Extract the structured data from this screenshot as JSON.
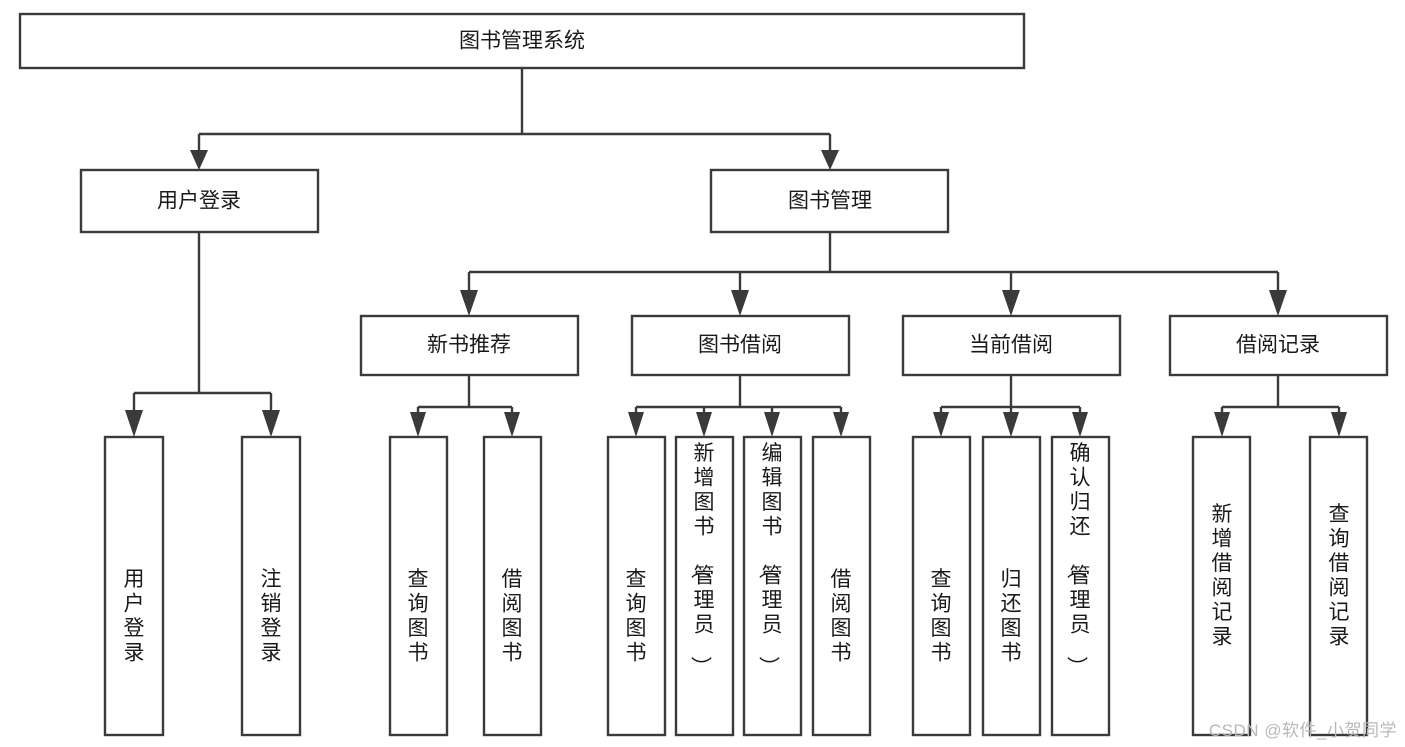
{
  "diagram": {
    "type": "tree-hierarchy",
    "title": "图书管理系统",
    "watermark": "CSDN @软件_小贺同学",
    "colors": {
      "stroke": "#3a3a3a",
      "fill": "#ffffff",
      "text": "#1a1a1a",
      "watermark": "#b8b8b8",
      "background": "#ffffff"
    },
    "levels": [
      {
        "level": 1,
        "nodes": [
          {
            "id": "root",
            "label": "图书管理系统",
            "orientation": "horizontal"
          }
        ]
      },
      {
        "level": 2,
        "nodes": [
          {
            "id": "login",
            "label": "用户登录",
            "orientation": "horizontal",
            "parent": "root"
          },
          {
            "id": "bookmgmt",
            "label": "图书管理",
            "orientation": "horizontal",
            "parent": "root"
          }
        ]
      },
      {
        "level": 3,
        "nodes": [
          {
            "id": "newbook",
            "label": "新书推荐",
            "orientation": "horizontal",
            "parent": "bookmgmt"
          },
          {
            "id": "borrow",
            "label": "图书借阅",
            "orientation": "horizontal",
            "parent": "bookmgmt"
          },
          {
            "id": "current",
            "label": "当前借阅",
            "orientation": "horizontal",
            "parent": "bookmgmt"
          },
          {
            "id": "records",
            "label": "借阅记录",
            "orientation": "horizontal",
            "parent": "bookmgmt"
          }
        ]
      },
      {
        "level": 4,
        "nodes": [
          {
            "id": "leaf-1",
            "label": "用户登录",
            "orientation": "vertical",
            "parent": "login"
          },
          {
            "id": "leaf-2",
            "label": "注销登录",
            "orientation": "vertical",
            "parent": "login"
          },
          {
            "id": "leaf-3",
            "label": "查询图书",
            "orientation": "vertical",
            "parent": "newbook"
          },
          {
            "id": "leaf-4",
            "label": "借阅图书",
            "orientation": "vertical",
            "parent": "newbook"
          },
          {
            "id": "leaf-5",
            "label": "查询图书",
            "orientation": "vertical",
            "parent": "borrow"
          },
          {
            "id": "leaf-6",
            "label": "新增图书（管理员）",
            "orientation": "vertical",
            "parent": "borrow"
          },
          {
            "id": "leaf-7",
            "label": "编辑图书（管理员）",
            "orientation": "vertical",
            "parent": "borrow"
          },
          {
            "id": "leaf-8",
            "label": "借阅图书",
            "orientation": "vertical",
            "parent": "borrow"
          },
          {
            "id": "leaf-9",
            "label": "查询图书",
            "orientation": "vertical",
            "parent": "current"
          },
          {
            "id": "leaf-10",
            "label": "归还图书",
            "orientation": "vertical",
            "parent": "current"
          },
          {
            "id": "leaf-11",
            "label": "确认归还（管理员）",
            "orientation": "vertical",
            "parent": "current"
          },
          {
            "id": "leaf-12",
            "label": "新增借阅记录",
            "orientation": "vertical",
            "parent": "records"
          },
          {
            "id": "leaf-13",
            "label": "查询借阅记录",
            "orientation": "vertical",
            "parent": "records"
          }
        ]
      }
    ]
  }
}
